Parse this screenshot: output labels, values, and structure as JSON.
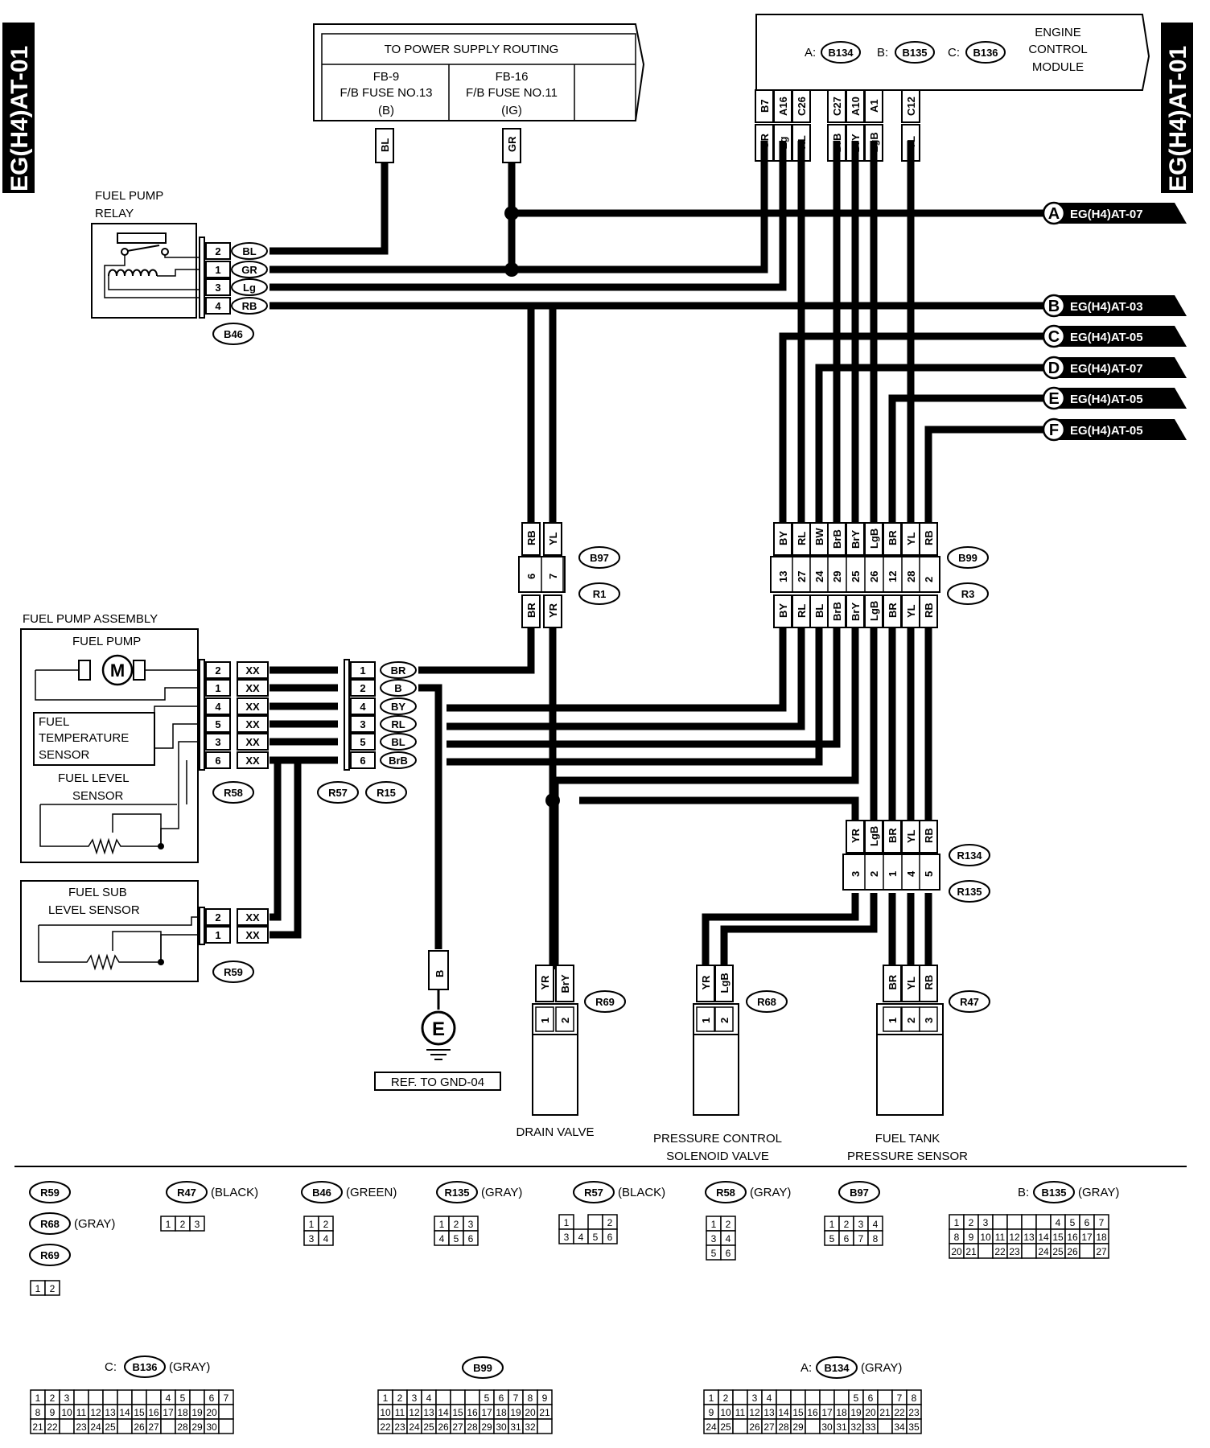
{
  "side_tab": "EG(H4)AT-01",
  "power_supply": {
    "title": "TO POWER SUPPLY ROUTING",
    "fuse1": [
      "FB-9",
      "F/B FUSE NO.13",
      "(B)"
    ],
    "fuse2": [
      "FB-16",
      "F/B FUSE NO.11",
      "(IG)"
    ]
  },
  "ecm": {
    "title": [
      "ENGINE",
      "CONTROL",
      "MODULE"
    ],
    "prefix_a": "A:",
    "conn_a": "B134",
    "prefix_b": "B:",
    "conn_b": "B135",
    "prefix_c": "C:",
    "conn_c": "B136",
    "pins": [
      "B7",
      "A16",
      "C26",
      "C27",
      "A10",
      "A1",
      "C12"
    ],
    "wires": [
      "GR",
      "Lg",
      "RL",
      "BrB",
      "BrY",
      "LgB",
      "YL"
    ]
  },
  "relay": {
    "title": [
      "FUEL PUMP",
      "RELAY"
    ],
    "pins": [
      "2",
      "1",
      "3",
      "4"
    ],
    "wires": [
      "BL",
      "GR",
      "Lg",
      "RB"
    ],
    "conn": "B46"
  },
  "refs": [
    {
      "letter": "A",
      "label": "EG(H4)AT-07"
    },
    {
      "letter": "B",
      "label": "EG(H4)AT-03"
    },
    {
      "letter": "C",
      "label": "EG(H4)AT-05"
    },
    {
      "letter": "D",
      "label": "EG(H4)AT-07"
    },
    {
      "letter": "E",
      "label": "EG(H4)AT-05"
    },
    {
      "letter": "F",
      "label": "EG(H4)AT-05"
    }
  ],
  "b97": {
    "conn_top": "B97",
    "conn_bot": "R1",
    "top_wires": [
      "RB",
      "YL"
    ],
    "pins": [
      "6",
      "7"
    ],
    "bot_wires": [
      "BR",
      "YR"
    ]
  },
  "b99": {
    "conn_top": "B99",
    "conn_bot": "R3",
    "top_wires": [
      "BY",
      "RL",
      "BW",
      "BrB",
      "BrY",
      "LgB",
      "BR",
      "YL",
      "RB"
    ],
    "pins": [
      "13",
      "27",
      "24",
      "29",
      "25",
      "26",
      "12",
      "28",
      "2"
    ],
    "bot_wires": [
      "BY",
      "RL",
      "BL",
      "BrB",
      "BrY",
      "LgB",
      "BR",
      "YL",
      "RB"
    ]
  },
  "pump_assembly": {
    "title": "FUEL PUMP ASSEMBLY",
    "pump": "FUEL PUMP",
    "motor": "M",
    "temp": [
      "FUEL",
      "TEMPERATURE",
      "SENSOR"
    ],
    "level": [
      "FUEL LEVEL",
      "SENSOR"
    ],
    "pins": [
      "2",
      "1",
      "4",
      "5",
      "3",
      "6"
    ],
    "wires": [
      "XX",
      "XX",
      "XX",
      "XX",
      "XX",
      "XX"
    ],
    "conn": "R58"
  },
  "r57": {
    "pins": [
      "1",
      "2",
      "4",
      "3",
      "5",
      "6"
    ],
    "wires": [
      "BR",
      "B",
      "BY",
      "RL",
      "BL",
      "BrB"
    ],
    "conn_a": "R57",
    "conn_b": "R15"
  },
  "sub_sensor": {
    "title": [
      "FUEL SUB",
      "LEVEL SENSOR"
    ],
    "pins": [
      "2",
      "1"
    ],
    "wires": [
      "XX",
      "XX"
    ],
    "conn": "R59"
  },
  "ground": {
    "wire": "B",
    "letter": "E",
    "ref": "REF. TO GND-04"
  },
  "r134": {
    "conn_top": "R134",
    "conn_bot": "R135",
    "wires": [
      "YR",
      "LgB",
      "BR",
      "YL",
      "RB"
    ],
    "pins": [
      "3",
      "2",
      "1",
      "4",
      "5"
    ]
  },
  "drain": {
    "conn": "R69",
    "wires": [
      "YR",
      "BrY"
    ],
    "pins": [
      "1",
      "2"
    ],
    "label": "DRAIN VALVE"
  },
  "pcsv": {
    "conn": "R68",
    "wires": [
      "YR",
      "LgB"
    ],
    "pins": [
      "1",
      "2"
    ],
    "label": [
      "PRESSURE CONTROL",
      "SOLENOID VALVE"
    ]
  },
  "ftps": {
    "conn": "R47",
    "wires": [
      "BR",
      "YL",
      "RB"
    ],
    "pins": [
      "1",
      "2",
      "3"
    ],
    "label": [
      "FUEL TANK",
      "PRESSURE SENSOR"
    ]
  },
  "legend": {
    "r59": "R59",
    "r68": "R68",
    "r68_color": "(GRAY)",
    "r69": "R69",
    "r47": "R47",
    "r47_color": "(BLACK)",
    "b46": "B46",
    "b46_color": "(GREEN)",
    "r135": "R135",
    "r135_color": "(GRAY)",
    "r57": "R57",
    "r57_color": "(BLACK)",
    "r58": "R58",
    "r58_color": "(GRAY)",
    "b97": "B97",
    "b135_prefix": "B:",
    "b135": "B135",
    "b135_color": "(GRAY)",
    "c_prefix": "C:",
    "b136": "B136",
    "b136_color": "(GRAY)",
    "b99": "B99",
    "a_prefix": "A:",
    "b134": "B134",
    "b134_color": "(GRAY)"
  }
}
